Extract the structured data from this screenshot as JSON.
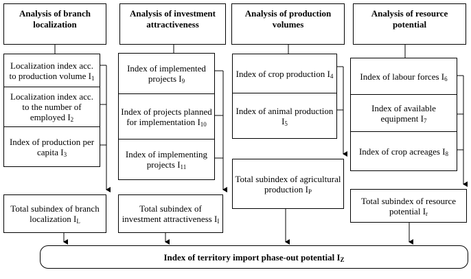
{
  "columns": [
    {
      "header": "Analysis of branch localization",
      "items": [
        {
          "text": "Localization index acc. to production volume I",
          "sub": "1"
        },
        {
          "text": "Localization index acc. to the number of employed I",
          "sub": "2"
        },
        {
          "text": "Index of production per capita I",
          "sub": "3"
        }
      ],
      "total": {
        "text": "Total subindex of branch localization I",
        "sub": "L"
      }
    },
    {
      "header": "Analysis of investment attractiveness",
      "items": [
        {
          "text": "Index of implemented projects I",
          "sub": "9"
        },
        {
          "text": "Index of projects planned for implementation I",
          "sub": "10"
        },
        {
          "text": "Index of implementing projects I",
          "sub": "11"
        }
      ],
      "total": {
        "text": "Total subindex of investment attractiveness I",
        "sub": "I"
      }
    },
    {
      "header": "Analysis of production volumes",
      "items": [
        {
          "text": "Index of crop production I",
          "sub": "4"
        },
        {
          "text": "Index of animal production I",
          "sub": "5"
        }
      ],
      "total": {
        "text": "Total subindex of agricultural production I",
        "sub": "P"
      }
    },
    {
      "header": "Analysis of resource potential",
      "items": [
        {
          "text": "Index of labour forces I",
          "sub": "6"
        },
        {
          "text": "Index of available equipment I",
          "sub": "7"
        },
        {
          "text": "Index of crop acreages I",
          "sub": "8"
        }
      ],
      "total": {
        "text": "Total subindex of resource potential I",
        "sub": "r"
      }
    }
  ],
  "final": {
    "text": "Index of territory import phase-out potential I",
    "sub": "Z"
  }
}
